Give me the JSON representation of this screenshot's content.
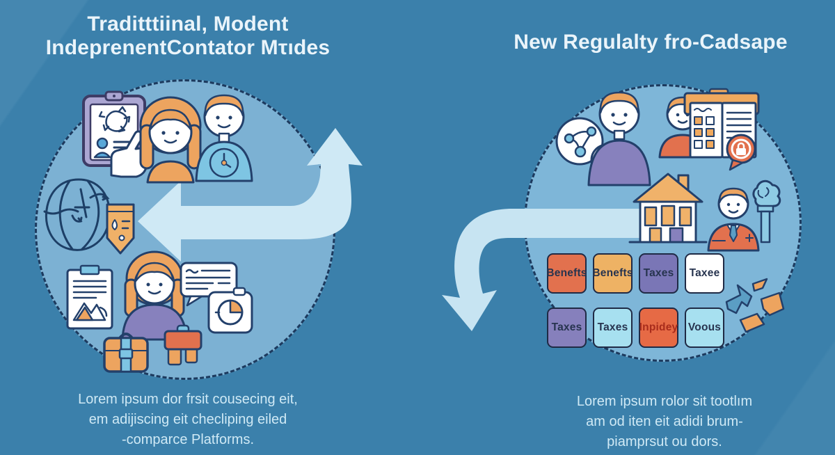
{
  "colors": {
    "background": "#3b80ab",
    "circle_left_fill": "#7cb1d3",
    "circle_right_fill": "#7eb6d8",
    "dashed_border": "#1d3a5e",
    "arrow_light_blue": "#cfe9f5",
    "outline_navy": "#23406b",
    "orange": "#eda45f",
    "coral": "#e2714e",
    "lavender": "#aba6d2",
    "light_blue": "#7ec5e3",
    "teal_ring": "#7fd0dd",
    "title_text": "#eaf4fa",
    "caption_text": "#cfe9f5"
  },
  "left_panel": {
    "title_line1": "Traditttiinal, Modent",
    "title_line2": "IndeprenentContator Mτıdes",
    "caption_line1": "Lorem ipsum dor frsit cousecing eit,",
    "caption_line2": "em adijiscing eit checliping eiled",
    "caption_line3": "-comparce Platforms."
  },
  "right_panel": {
    "title": "New Regulalty fro-Cadsape",
    "caption_line1": "Lorem ipsum rolor sit tootlım",
    "caption_line2": "am od iten eit adidi brum-",
    "caption_line3": "piamprsut ou dors.",
    "tiles": [
      {
        "label": "Benefts",
        "bg": "#e2714e",
        "text": "#27344f"
      },
      {
        "label": "Benefts",
        "bg": "#eeb264",
        "text": "#27344f"
      },
      {
        "label": "Taxes",
        "bg": "#7a76b6",
        "text": "#27344f"
      },
      {
        "label": "Taxee",
        "bg": "#ffffff",
        "text": "#27344f"
      },
      {
        "label": "Taxes",
        "bg": "#8680bc",
        "text": "#27344f"
      },
      {
        "label": "Taxes",
        "bg": "#a7e0f0",
        "text": "#27344f"
      },
      {
        "label": "Inpidey",
        "bg": "#e66a45",
        "text": "#a82c1c"
      },
      {
        "label": "Voous",
        "bg": "#a7e0f0",
        "text": "#27344f"
      }
    ]
  },
  "icons": {
    "left_circle": [
      "clipboard-checklist-icon",
      "pointing-hand-icon",
      "woman-contractor-icon",
      "man-clock-shirt-icon",
      "globe-sketch-icon",
      "badge-ribbon-icon",
      "document-mountains-icon",
      "woman-purple-shirt-icon",
      "chat-bubble-icon",
      "pie-chart-card-icon",
      "briefcase-orange-icon",
      "briefcase-red-icon"
    ],
    "right_circle": [
      "share-network-icon",
      "ring-donut-icon",
      "man-purple-shirt-icon",
      "man-red-shirt-icon",
      "open-folder-documents-icon",
      "lock-speech-bubble-icon",
      "house-icon",
      "businessman-tie-icon",
      "tree-icon",
      "torn-paper-pieces-icon"
    ],
    "arrows": [
      "double-curved-arrow-left-up",
      "curved-arrow-down"
    ]
  }
}
